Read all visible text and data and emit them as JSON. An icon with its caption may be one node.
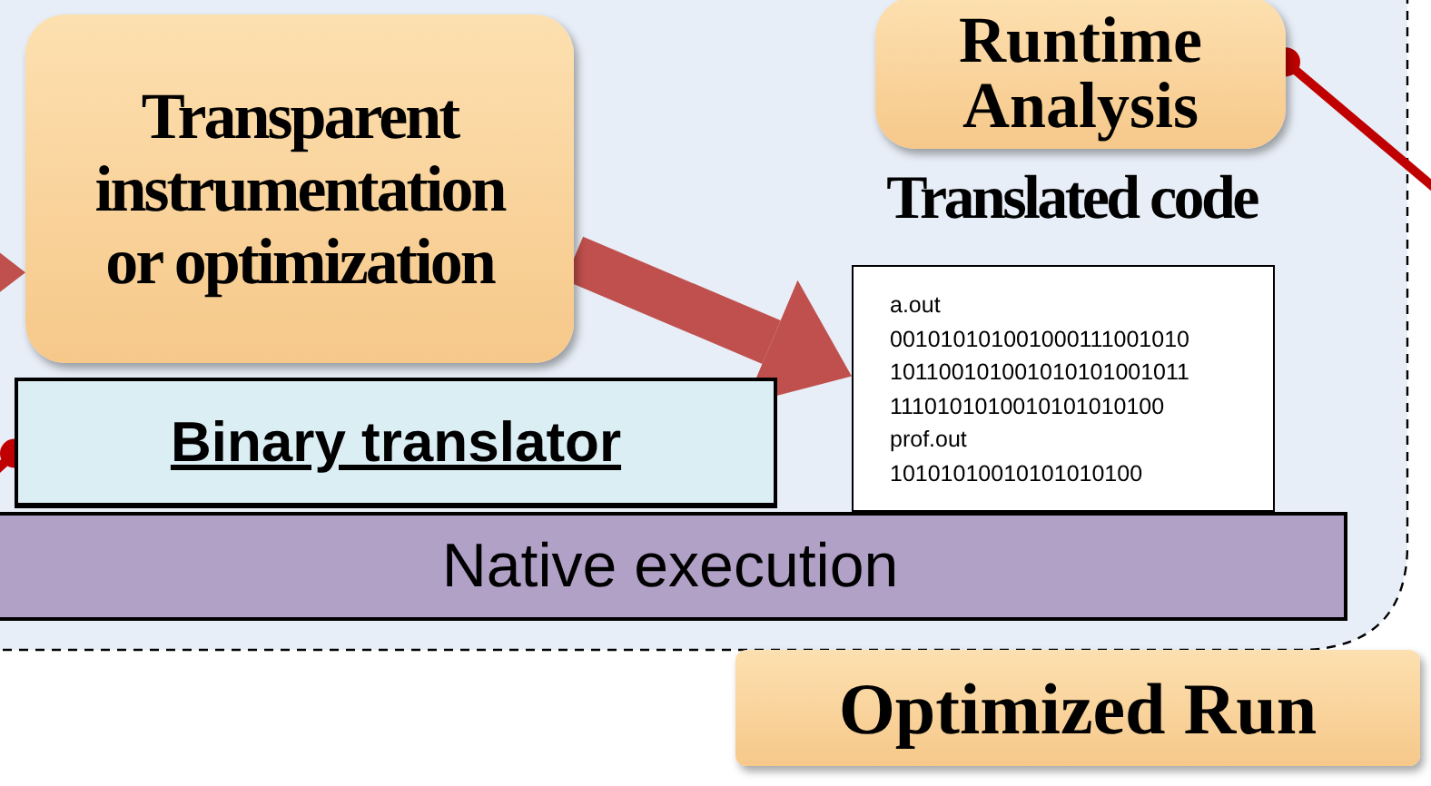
{
  "diagram": {
    "nodes": [
      {
        "text": [
          "Transparent instrumentation or optimization"
        ]
      },
      {
        "text": [
          "Runtime Analysis"
        ]
      },
      {
        "text": [
          "Translated code",
          "a.out",
          "001010101001000111001010",
          "101100101001010101001011",
          "1110101010010101010100",
          "prof.out",
          "10101010010101010100"
        ]
      },
      {
        "text": [
          "Binary translator"
        ]
      },
      {
        "text": [
          "Native execution"
        ]
      },
      {
        "text": [
          "Optimized Run"
        ]
      }
    ],
    "edges": [
      {
        "from": null,
        "to": 0,
        "arrow": "to",
        "style": "thick",
        "color": "#c0504d"
      },
      {
        "from": 0,
        "to": 2,
        "arrow": "to",
        "style": "thick",
        "color": "#c0504d"
      },
      {
        "from": null,
        "to": 1,
        "arrow": "other",
        "color": "#c00000"
      },
      {
        "from": null,
        "to": 3,
        "arrow": "other",
        "color": "#c00000"
      }
    ]
  }
}
